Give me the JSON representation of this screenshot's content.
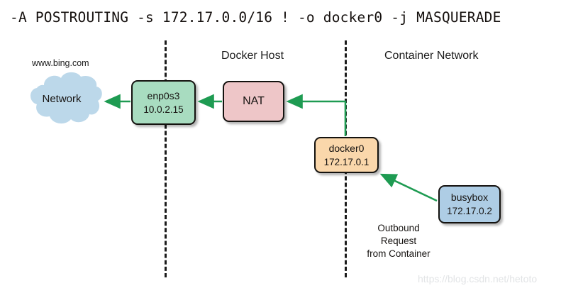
{
  "title": {
    "rule": "-A POSTROUTING -s 172.17.0.0/16 ! -o docker0 -j MASQUERADE"
  },
  "zones": [
    {
      "id": "docker-host",
      "label": "Docker Host"
    },
    {
      "id": "container-network",
      "label": "Container Network"
    }
  ],
  "cloud": {
    "label": "Network",
    "caption": "www.bing.com",
    "fill": "#bcd8ea"
  },
  "nodes": [
    {
      "id": "enp0s3",
      "line1": "enp0s3",
      "line2": "10.0.2.15",
      "fill": "#a8dcc0"
    },
    {
      "id": "nat",
      "line1": "NAT",
      "line2": "",
      "fill": "#eec6c8"
    },
    {
      "id": "docker0",
      "line1": "docker0",
      "line2": "172.17.0.1",
      "fill": "#fad7ab"
    },
    {
      "id": "busybox",
      "line1": "busybox",
      "line2": "172.17.0.2",
      "fill": "#aecde5"
    }
  ],
  "annotations": {
    "outbound": "Outbound\nRequest\nfrom Container",
    "outbound_lines": [
      "Outbound",
      "Request",
      "from Container"
    ]
  },
  "watermark": {
    "text": "https://blog.csdn.net/hetoto"
  },
  "colors": {
    "arrow": "#1e9b52",
    "divider": "#1b1b1b",
    "stroke": "#14120f",
    "text": "#161311",
    "watermark": "#e2e4e6"
  },
  "flow": {
    "edges": [
      {
        "from": "enp0s3",
        "to": "cloud",
        "style": "straight"
      },
      {
        "from": "nat",
        "to": "enp0s3",
        "style": "straight"
      },
      {
        "from": "docker0",
        "to": "nat",
        "style": "elbow"
      },
      {
        "from": "busybox",
        "to": "docker0",
        "style": "diagonal"
      }
    ]
  }
}
